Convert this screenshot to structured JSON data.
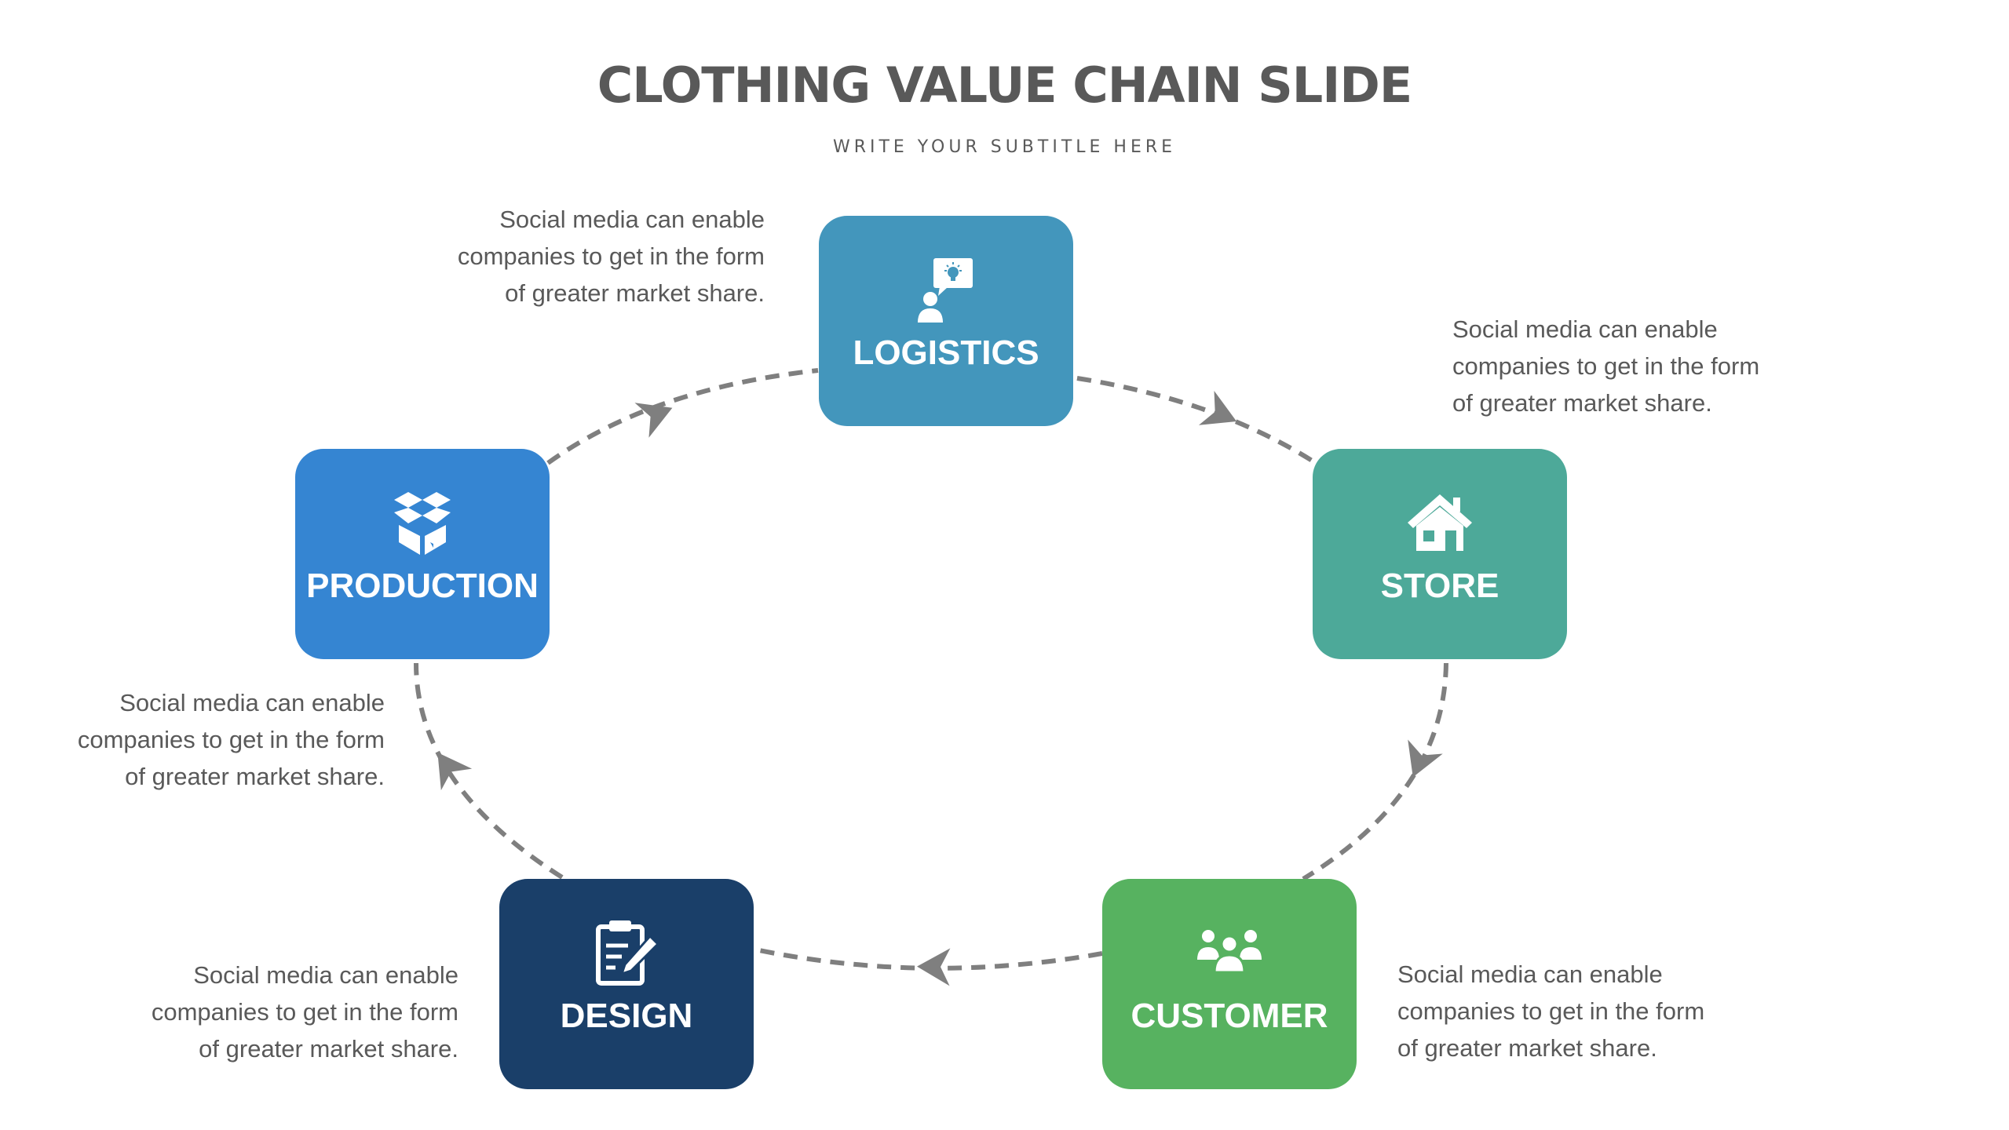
{
  "title": "CLOTHING VALUE CHAIN SLIDE",
  "subtitle": "WRITE YOUR SUBTITLE HERE",
  "colors": {
    "logistics": "#4396BC",
    "store": "#4DA999",
    "customer": "#57B260",
    "design": "#1A3F69",
    "production": "#3585D2",
    "connector": "#7F7F7F",
    "text": "#595959"
  },
  "nodes": [
    {
      "id": "logistics",
      "label": "LOGISTICS",
      "icon": "idea-person-icon"
    },
    {
      "id": "store",
      "label": "STORE",
      "icon": "house-icon"
    },
    {
      "id": "customer",
      "label": "CUSTOMER",
      "icon": "people-group-icon"
    },
    {
      "id": "design",
      "label": "DESIGN",
      "icon": "clipboard-pencil-icon"
    },
    {
      "id": "production",
      "label": "PRODUCTION",
      "icon": "box-icon"
    }
  ],
  "descriptions": {
    "logistics": [
      "Social media can enable",
      "companies to get in the form",
      "of greater market share."
    ],
    "store": [
      "Social media can enable",
      "companies to get in the form",
      "of greater market share."
    ],
    "customer": [
      "Social media can enable",
      "companies to get in the form",
      "of greater market share."
    ],
    "design": [
      "Social media can enable",
      "companies to get in the form",
      "of greater market share."
    ],
    "production": [
      "Social media can enable",
      "companies to get in the form",
      "of greater market share."
    ]
  }
}
